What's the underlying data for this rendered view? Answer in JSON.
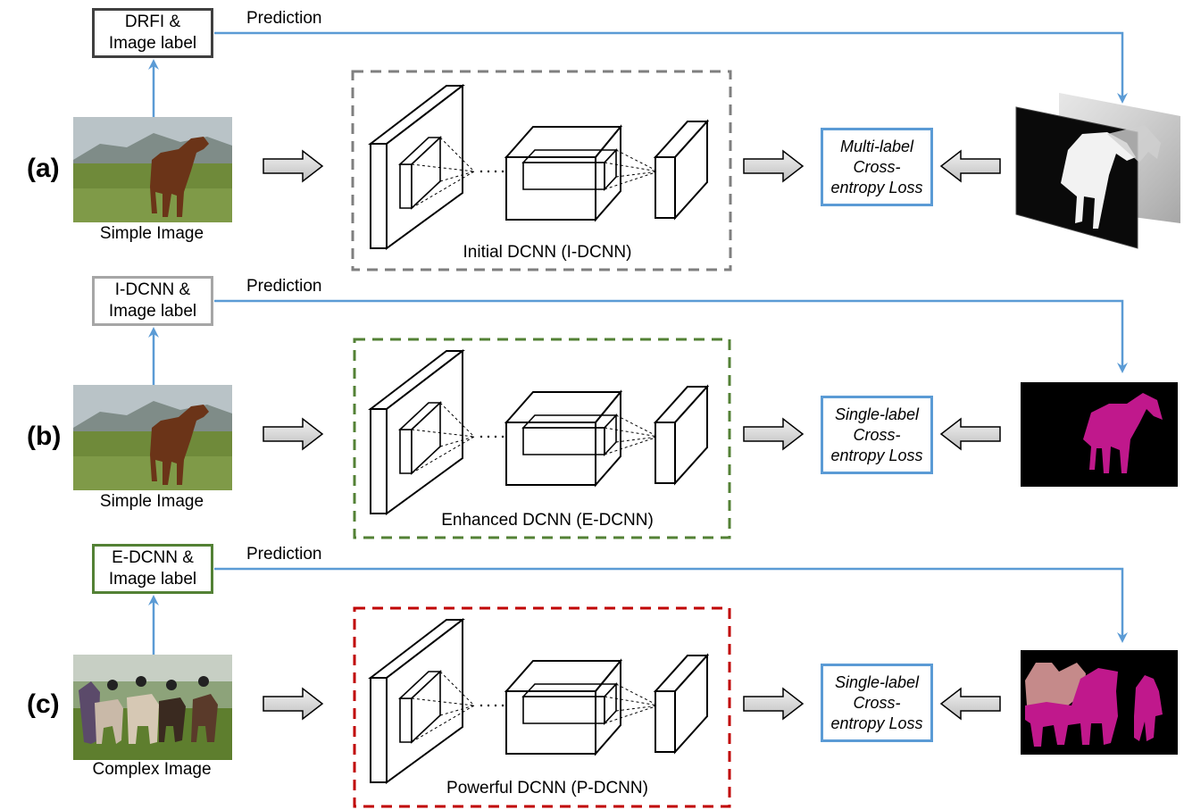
{
  "colors": {
    "arrow_blue": "#5b9bd5",
    "row_a_frame": "#7f7f7f",
    "row_b_frame": "#538135",
    "row_c_frame": "#c00000",
    "box_a_border": "#404040",
    "box_b_border": "#a6a6a6",
    "box_c_border": "#538135",
    "loss_border": "#5b9bd5",
    "seg_magenta": "#c0188c",
    "seg_pink": "#c58a8a"
  },
  "rows": [
    {
      "label": "(a)",
      "source_line1": "DRFI &",
      "source_line2": "Image label",
      "prediction": "Prediction",
      "image_caption": "Simple Image",
      "network_label": "Initial DCNN (I-DCNN)",
      "loss_line1": "Multi-label",
      "loss_line2": "Cross-",
      "loss_line3": "entropy Loss",
      "loss_italic": "all"
    },
    {
      "label": "(b)",
      "source_line1": "I-DCNN &",
      "source_line2": "Image label",
      "prediction": "Prediction",
      "image_caption": "Simple Image",
      "network_label": "Enhanced DCNN (E-DCNN)",
      "loss_line1": "Single-label",
      "loss_line2": "Cross-",
      "loss_line3": "entropy Loss",
      "loss_italic": "all"
    },
    {
      "label": "(c)",
      "source_line1": "E-DCNN &",
      "source_line2": "Image label",
      "prediction": "Prediction",
      "image_caption": "Complex Image",
      "network_label": "Powerful DCNN (P-DCNN)",
      "loss_line1": "Single-label",
      "loss_line2": "Cross-",
      "loss_line3": "entropy Loss",
      "loss_italic": "all"
    }
  ]
}
